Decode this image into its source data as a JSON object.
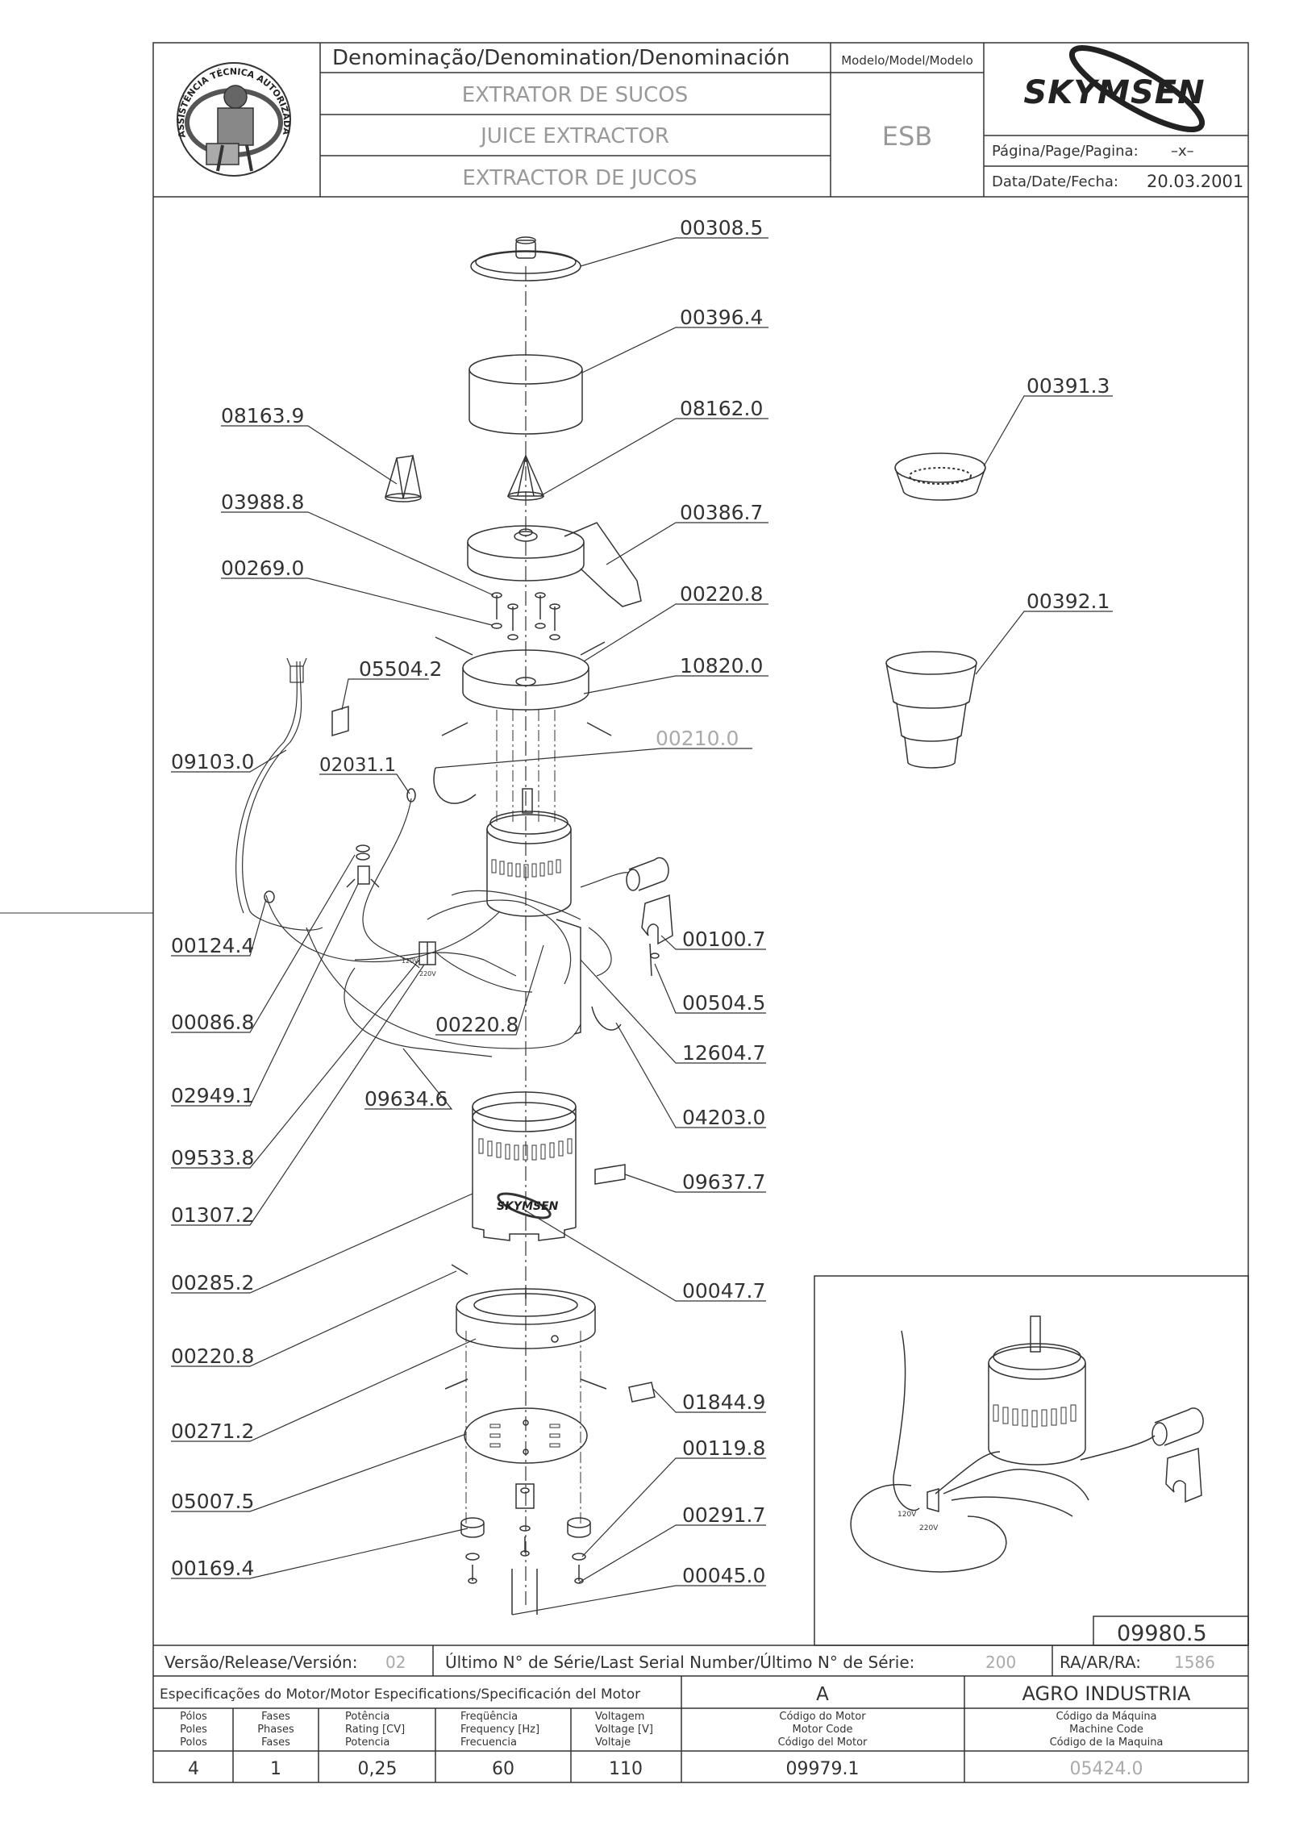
{
  "header": {
    "denomination_label": "Denominação/Denomination/Denominación",
    "name_pt": "EXTRATOR DE SUCOS",
    "name_en": "JUICE EXTRACTOR",
    "name_es": "EXTRACTOR DE JUCOS",
    "model_label": "Modelo/Model/Modelo",
    "model_value": "ESB",
    "brand": "SKYMSEN",
    "page_label": "Página/Page/Pagina:",
    "page_value": "–x–",
    "date_label": "Data/Date/Fecha:",
    "date_value": "20.03.2001",
    "seal_text": "ASSISTÊNCIA TÉCNICA AUTORIZADA"
  },
  "parts": {
    "p00308_5": "00308.5",
    "p00396_4": "00396.4",
    "p08162_0": "08162.0",
    "p08163_9": "08163.9",
    "p03988_8": "03988.8",
    "p00386_7": "00386.7",
    "p00269_0": "00269.0",
    "p00220_8a": "00220.8",
    "p10820_0": "10820.0",
    "p05504_2": "05504.2",
    "p00210_0": "00210.0",
    "p09103_0": "09103.0",
    "p02031_1": "02031.1",
    "p00124_4": "00124.4",
    "p00100_7": "00100.7",
    "p00504_5": "00504.5",
    "p00086_8": "00086.8",
    "p00220_8b": "00220.8",
    "p12604_7": "12604.7",
    "p02949_1": "02949.1",
    "p09634_6": "09634.6",
    "p04203_0": "04203.0",
    "p09533_8": "09533.8",
    "p09637_7": "09637.7",
    "p01307_2": "01307.2",
    "p00285_2": "00285.2",
    "p00047_7": "00047.7",
    "p00220_8c": "00220.8",
    "p01844_9": "01844.9",
    "p00271_2": "00271.2",
    "p00119_8": "00119.8",
    "p05007_5": "05007.5",
    "p00291_7": "00291.7",
    "p00169_4": "00169.4",
    "p00045_0": "00045.0",
    "p00391_3": "00391.3",
    "p00392_1": "00392.1",
    "p09980_5": "09980.5"
  },
  "inset": {
    "v120": "120V",
    "v220": "220V"
  },
  "brand_small": "SKYMSEN",
  "footer": {
    "release_label": "Versão/Release/Versión:",
    "release_value": "02",
    "serial_label": "Último N° de Série/Last Serial Number/Último N° de Série:",
    "serial_value": "200",
    "ra_label": "RA/AR/RA:",
    "ra_value": "1586",
    "motor_spec_label": "Especificações do Motor/Motor Especifications/Specificación del Motor",
    "motor_letter": "A",
    "industry": "AGRO INDUSTRIA",
    "cols": [
      {
        "l1": "Pólos",
        "l2": "Poles",
        "l3": "Polos",
        "value": "4"
      },
      {
        "l1": "Fases",
        "l2": "Phases",
        "l3": "Fases",
        "value": "1"
      },
      {
        "l1": "Potência",
        "l2": "Rating [CV]",
        "l3": "Potencia",
        "value": "0,25"
      },
      {
        "l1": "Freqüência",
        "l2": "Frequency [Hz]",
        "l3": "Frecuencia",
        "value": "60"
      },
      {
        "l1": "Voltagem",
        "l2": "Voltage [V]",
        "l3": "Voltaje",
        "value": "110"
      },
      {
        "l1": "Código do Motor",
        "l2": "Motor Code",
        "l3": "Código del Motor",
        "value": "09979.1"
      },
      {
        "l1": "Código da Máquina",
        "l2": "Machine Code",
        "l3": "Código de la Maquina",
        "value": "05424.0"
      }
    ]
  }
}
